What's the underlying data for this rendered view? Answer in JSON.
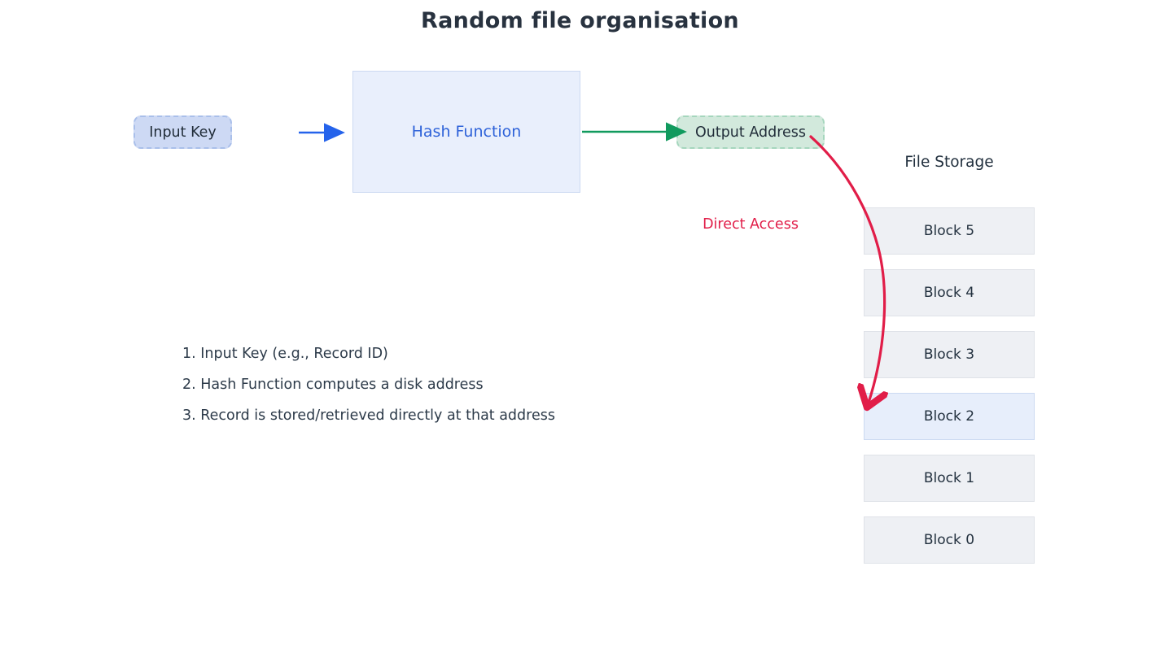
{
  "title": "Random file organisation",
  "flow": {
    "input_key_label": "Input Key",
    "hash_function_label": "Hash Function",
    "output_address_label": "Output Address",
    "direct_access_label": "Direct Access"
  },
  "storage": {
    "heading": "File Storage",
    "blocks": [
      {
        "label": "Block 5",
        "highlighted": false
      },
      {
        "label": "Block 4",
        "highlighted": false
      },
      {
        "label": "Block 3",
        "highlighted": false
      },
      {
        "label": "Block 2",
        "highlighted": true
      },
      {
        "label": "Block 1",
        "highlighted": false
      },
      {
        "label": "Block 0",
        "highlighted": false
      }
    ]
  },
  "steps": [
    "1. Input Key (e.g., Record ID)",
    "2. Hash Function computes a disk address",
    "3. Record is stored/retrieved directly at that address"
  ],
  "colors": {
    "title_text": "#28323f",
    "body_text": "#2c3a49",
    "arrow_blue": "#2563eb",
    "arrow_green": "#119a5e",
    "arrow_red": "#e11d48",
    "hash_text": "#2e62d9",
    "input_fill": "#cdd9f4",
    "input_border": "#a9bfea",
    "hash_fill": "#e9effc",
    "hash_border": "#ccd9f2",
    "output_fill": "#d2e9dc",
    "output_border": "#a5d6bd",
    "block_fill": "#eef0f4",
    "block_border": "#dfe2e8",
    "block_highlight_fill": "#e7eefb",
    "block_highlight_border": "#ccdaf2"
  }
}
